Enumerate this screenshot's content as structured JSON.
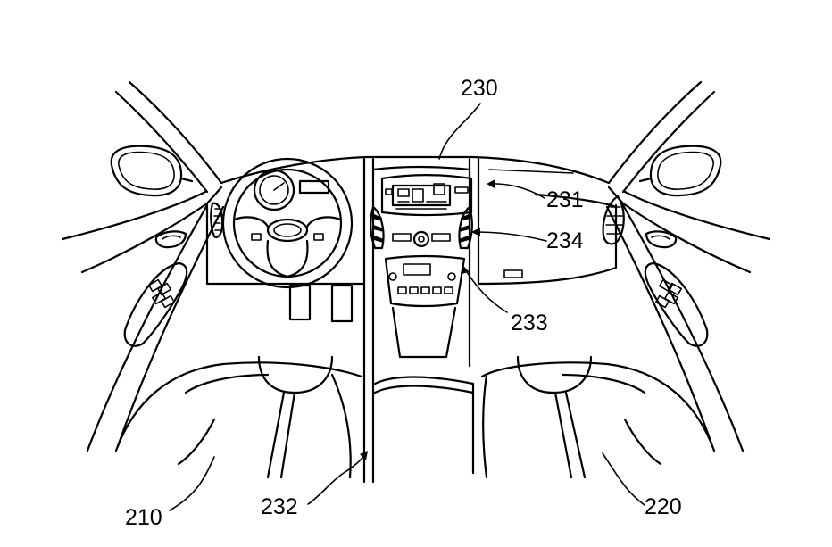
{
  "labels": {
    "dashboard": "230",
    "display_panel": "231",
    "center_console": "232",
    "control_panel": "233",
    "air_vent": "234",
    "driver_seat": "210",
    "passenger_seat": "220"
  },
  "colors": {
    "line": "#000000",
    "background": "#ffffff"
  }
}
